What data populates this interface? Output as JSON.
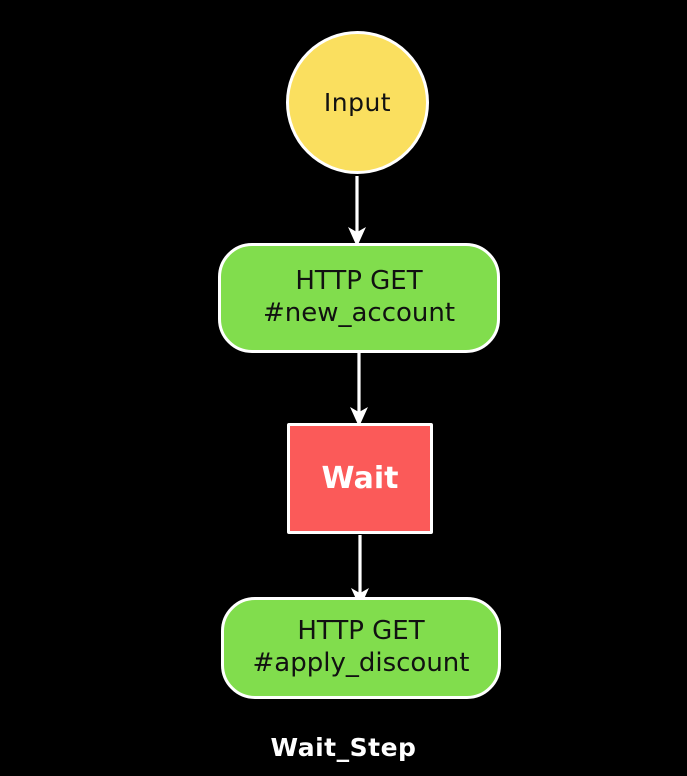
{
  "diagram": {
    "type": "flowchart",
    "title": "Wait_Step",
    "background_color": "#000000",
    "edge_color": "#ffffff",
    "nodes": [
      {
        "id": "input",
        "shape": "circle",
        "label": "Input",
        "fill": "#fadf5f",
        "stroke": "#ffffff",
        "text_color": "#111111"
      },
      {
        "id": "http_get_new_account",
        "shape": "rounded-rect",
        "line1": "HTTP GET",
        "line2": "#new_account",
        "fill": "#81dd4d",
        "stroke": "#ffffff",
        "text_color": "#111111"
      },
      {
        "id": "wait",
        "shape": "rect",
        "label": "Wait",
        "fill": "#fb5a59",
        "stroke": "#ffffff",
        "text_color": "#ffffff"
      },
      {
        "id": "http_get_apply_discount",
        "shape": "rounded-rect",
        "line1": "HTTP GET",
        "line2": "#apply_discount",
        "fill": "#81dd4d",
        "stroke": "#ffffff",
        "text_color": "#111111"
      }
    ],
    "edges": [
      {
        "from": "input",
        "to": "http_get_new_account",
        "label": ""
      },
      {
        "from": "http_get_new_account",
        "to": "wait",
        "label": ""
      },
      {
        "from": "wait",
        "to": "http_get_apply_discount",
        "label": ""
      }
    ]
  }
}
